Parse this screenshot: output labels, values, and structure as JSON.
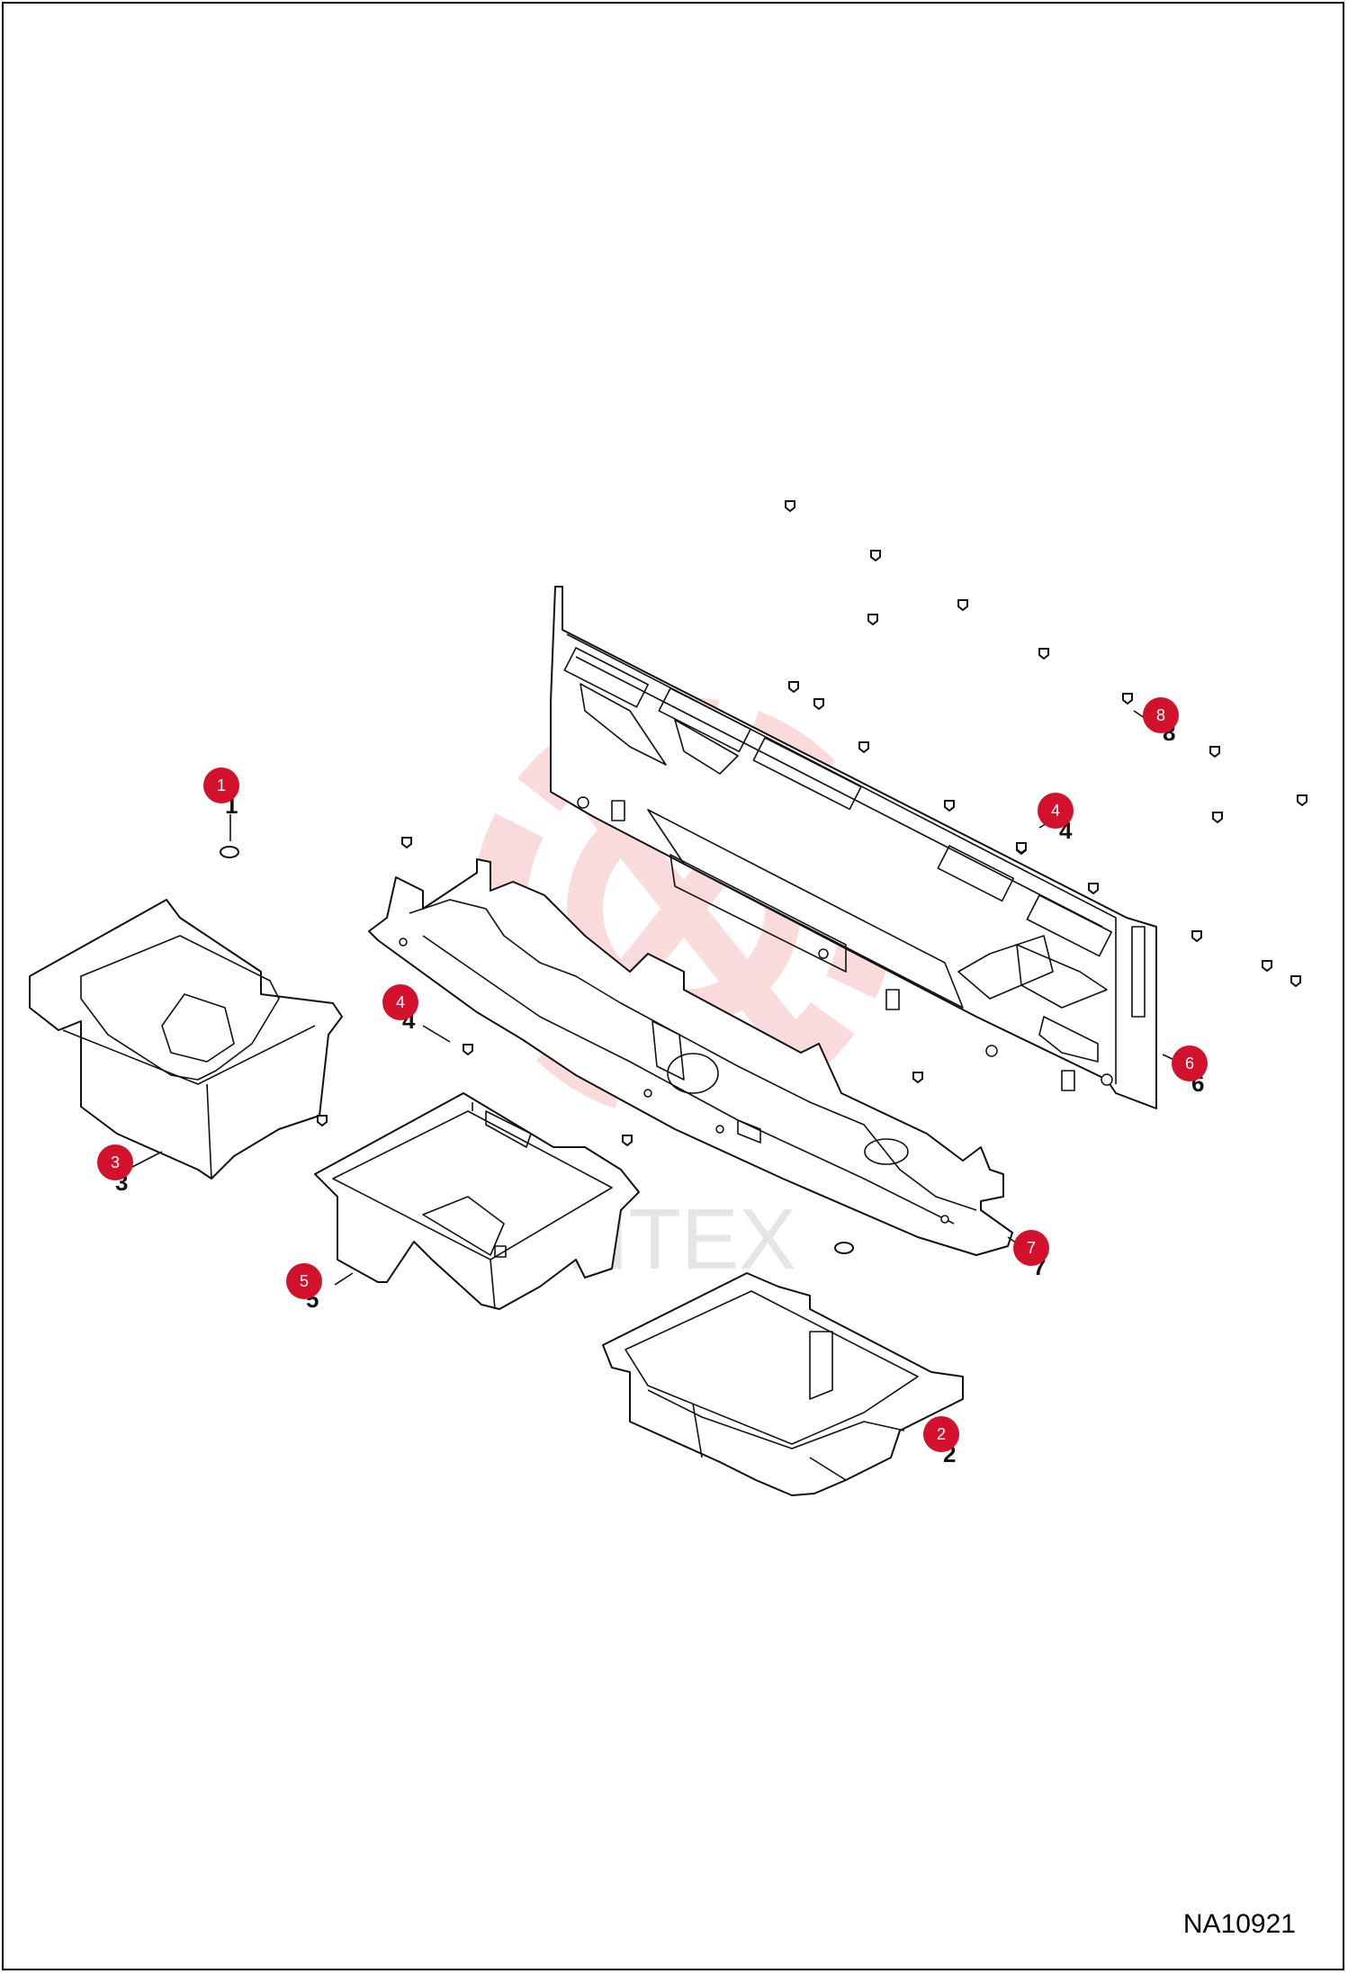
{
  "drawing": {
    "id": "NA10921"
  },
  "watermark": {
    "text": "ИНТЕХ"
  },
  "callouts": [
    {
      "id": "c1",
      "label": "1"
    },
    {
      "id": "c2",
      "label": "2"
    },
    {
      "id": "c3",
      "label": "3"
    },
    {
      "id": "c4a",
      "label": "4"
    },
    {
      "id": "c4b",
      "label": "4"
    },
    {
      "id": "c5",
      "label": "5"
    },
    {
      "id": "c6",
      "label": "6"
    },
    {
      "id": "c7",
      "label": "7"
    },
    {
      "id": "c8",
      "label": "8"
    }
  ],
  "colors": {
    "callout": "#d2112c",
    "watermark": "#f29a9a"
  }
}
